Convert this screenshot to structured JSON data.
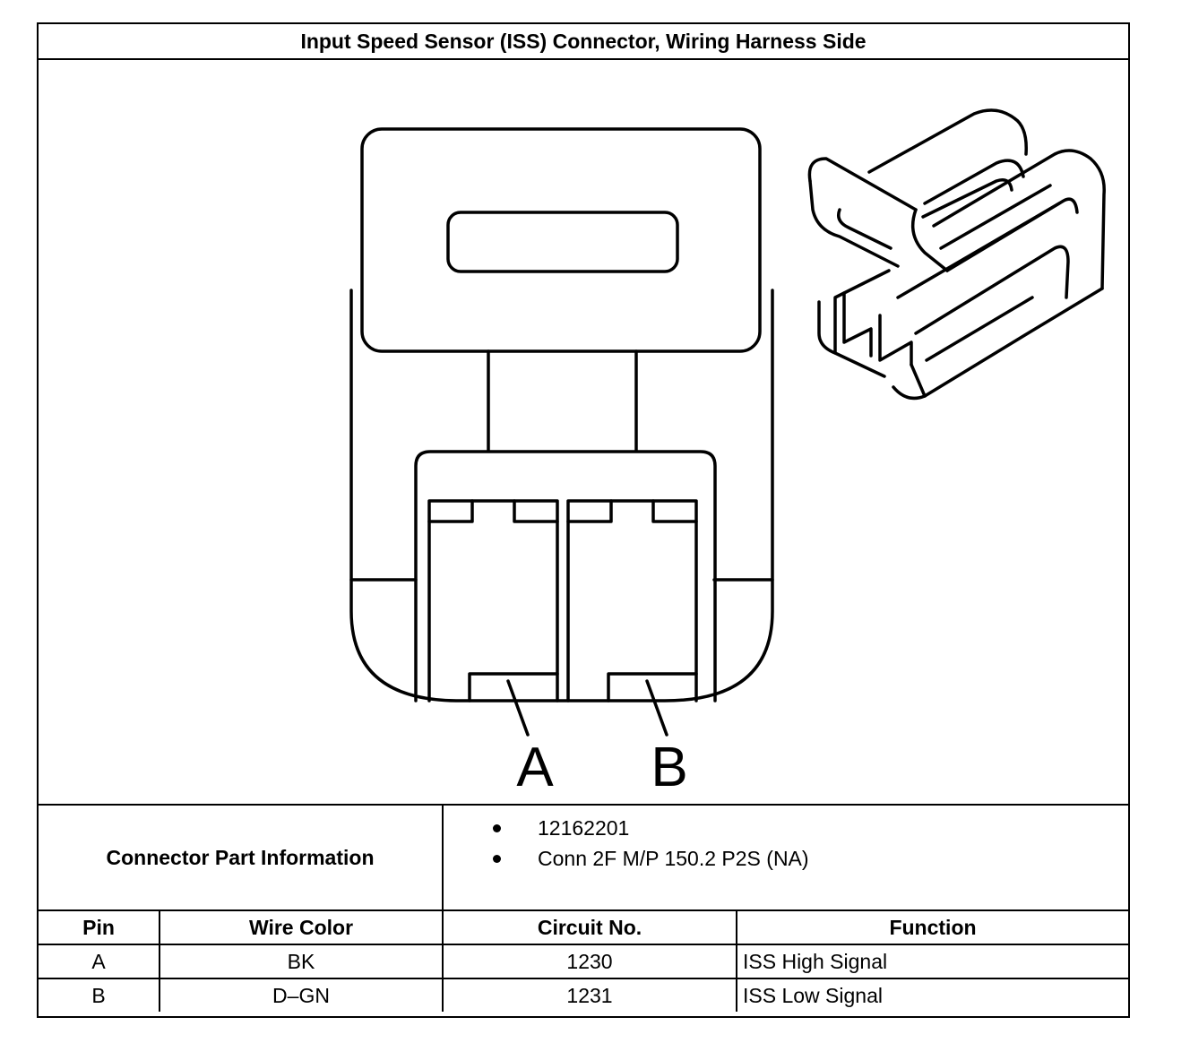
{
  "title": "Input Speed Sensor (ISS) Connector, Wiring Harness Side",
  "diagram": {
    "pin_labels": [
      "A",
      "B"
    ]
  },
  "connector_info": {
    "label": "Connector Part Information",
    "items": [
      "12162201",
      "Conn 2F M/P 150.2 P2S (NA)"
    ]
  },
  "table": {
    "headers": [
      "Pin",
      "Wire Color",
      "Circuit No.",
      "Function"
    ],
    "rows": [
      [
        "A",
        "BK",
        "1230",
        "ISS High Signal"
      ],
      [
        "B",
        "D–GN",
        "1231",
        "ISS Low Signal"
      ]
    ]
  }
}
